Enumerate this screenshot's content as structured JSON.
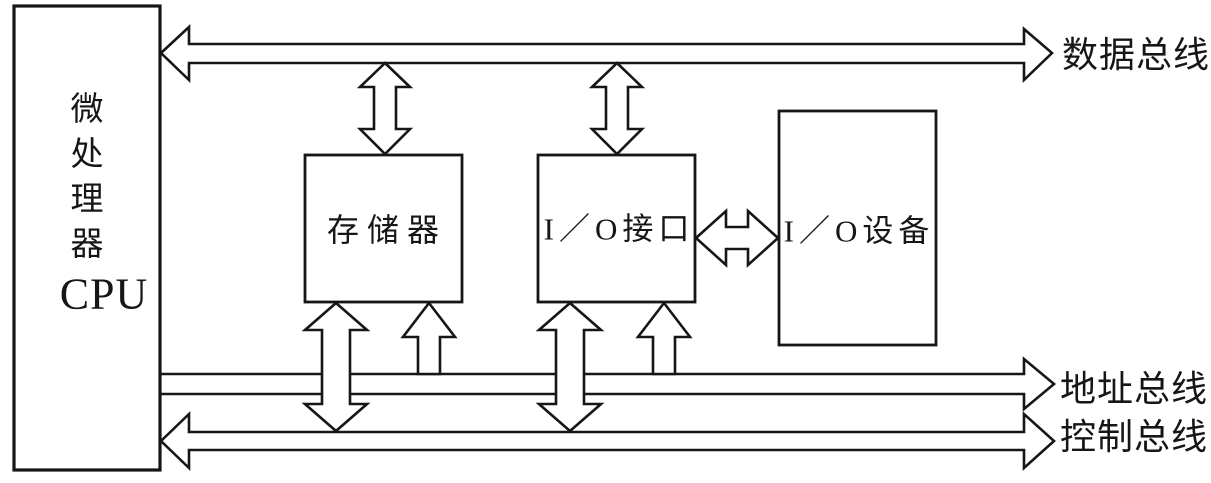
{
  "colors": {
    "ink": "#161616",
    "paper": "#ffffff"
  },
  "diagram": {
    "cpu": {
      "chars": [
        "微",
        "处",
        "理",
        "器"
      ],
      "name": "CPU"
    },
    "blocks": {
      "memory": {
        "label": "存储器"
      },
      "io_interface": {
        "label": "I／O接口"
      },
      "io_device": {
        "label": "I／O设备"
      }
    },
    "buses": {
      "data": {
        "label": "数据总线"
      },
      "address": {
        "label": "地址总线"
      },
      "control": {
        "label": "控制总线"
      }
    }
  }
}
